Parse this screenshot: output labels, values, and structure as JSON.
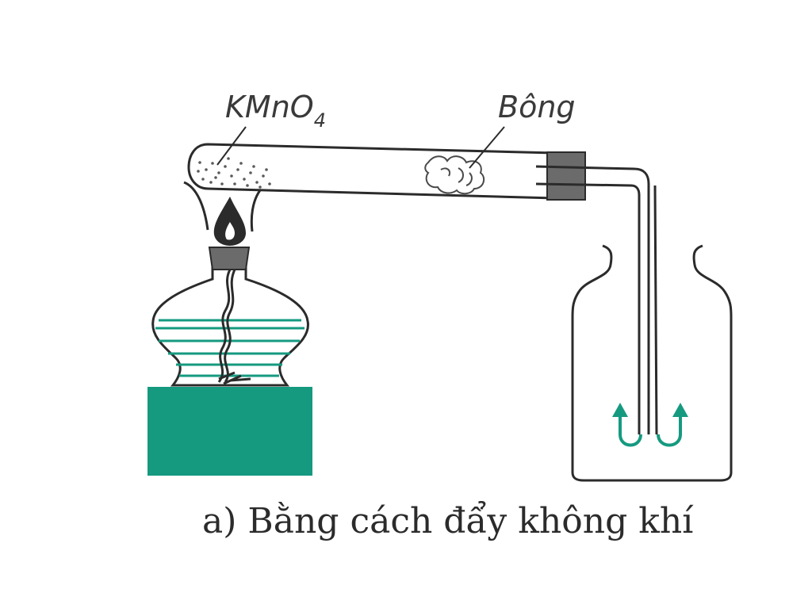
{
  "labels": {
    "reagent_main": "KMnO",
    "reagent_sub": "4",
    "cotton": "Bông"
  },
  "caption": "a) Bằng cách đẩy không khí",
  "colors": {
    "accent": "#159a80",
    "stroke": "#2b2b2b",
    "stopper": "#6b6b6b"
  }
}
